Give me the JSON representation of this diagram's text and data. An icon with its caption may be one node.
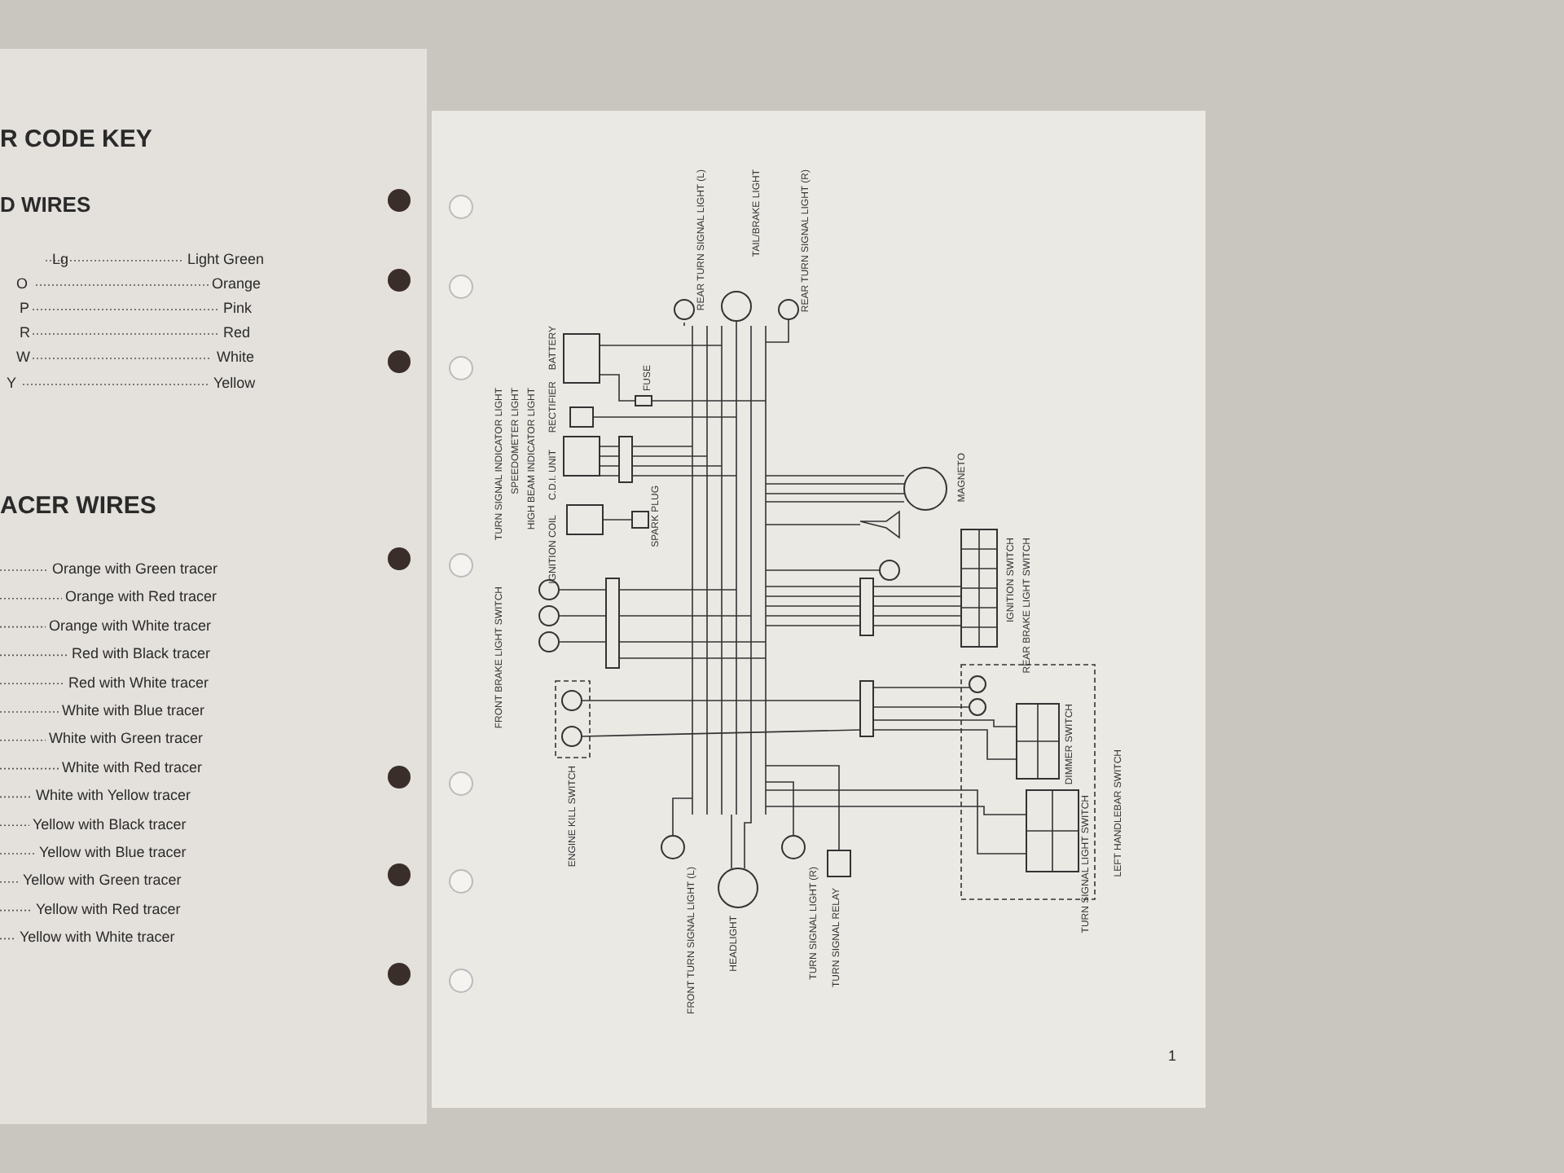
{
  "diagram": {
    "labels": [
      "R CODE KEY",
      "D WIRES",
      "Lg",
      "Light Green",
      "O",
      "Orange",
      "P",
      "Pink",
      "R",
      "Red",
      "W",
      "White",
      "Y",
      "Yellow",
      "ACER WIRES",
      "Orange with Green tracer",
      "Orange with Red tracer",
      "Orange with White tracer",
      "Red with Black tracer",
      "Red with White tracer",
      "White with Blue tracer",
      "White with Green tracer",
      "White with Red tracer",
      "White with Yellow tracer",
      "Yellow with Black tracer",
      "Yellow with Blue tracer",
      "Yellow with Green tracer",
      "Yellow with Red tracer",
      "Yellow with White tracer",
      "REAR TURN SIGNAL LIGHT (L)",
      "TAIL/BRAKE LIGHT",
      "REAR TURN SIGNAL LIGHT (R)",
      "BATTERY",
      "FUSE",
      "RECTIFIER",
      "C.D.I. UNIT",
      "IGNITION COIL",
      "SPARK PLUG",
      "TURN SIGNAL INDICATOR LIGHT",
      "SPEEDOMETER LIGHT",
      "HIGH BEAM INDICATOR LIGHT",
      "FRONT BRAKE LIGHT SWITCH",
      "MAGNETO",
      "IGNITION SWITCH",
      "REAR BRAKE LIGHT SWITCH",
      "ENGINE KILL SWITCH",
      "DIMMER SWITCH",
      "TURN SIGNAL LIGHT SWITCH",
      "LEFT HANDLEBAR SWITCH",
      "FRONT TURN SIGNAL LIGHT (L)",
      "HEADLIGHT",
      "TURN SIGNAL LIGHT (R)",
      "TURN SIGNAL RELAY",
      "1"
    ]
  }
}
